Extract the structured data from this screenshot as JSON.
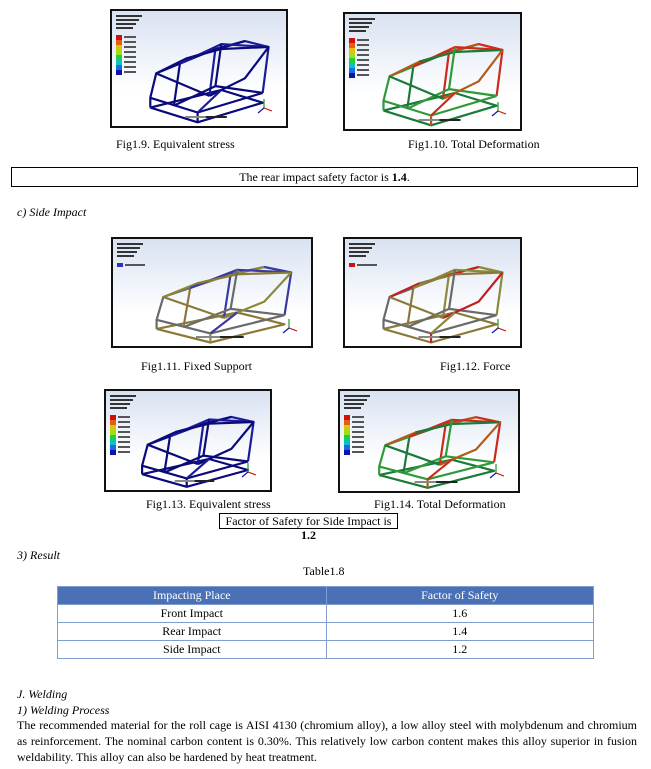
{
  "figures": [
    {
      "id": "fig1_9",
      "caption": "Fig1.9. Equivalent stress",
      "legend_title": "A: Static Structural\nEquivalent Stress",
      "scheme": "stress"
    },
    {
      "id": "fig1_10",
      "caption": "Fig1.10. Total Deformation",
      "legend_title": "A: Static Structural\nTotal Deformation",
      "scheme": "deform"
    },
    {
      "id": "fig1_11",
      "caption": "Fig1.11. Fixed Support",
      "legend_title": "A: Static Structural\nFixed Support",
      "scheme": "support"
    },
    {
      "id": "fig1_12",
      "caption": "Fig1.12.  Force",
      "legend_title": "A: Static Structural\nForce",
      "scheme": "force"
    },
    {
      "id": "fig1_13",
      "caption": "Fig1.13. Equivalent stress",
      "legend_title": "A: Static Structural\nEquivalent Stress",
      "scheme": "stress"
    },
    {
      "id": "fig1_14",
      "caption": "Fig1.14. Total Deformation",
      "legend_title": "A: Static Structural\nTotal Deformation",
      "scheme": "deform"
    }
  ],
  "rear_impact_note": {
    "prefix": "The rear impact safety factor is ",
    "value": "1.4",
    "suffix": "."
  },
  "side_impact_heading": "c)   Side Impact",
  "side_impact_note": {
    "prefix": "Factor of Safety for Side Impact is ",
    "value": "1.2"
  },
  "result_heading": "3)   Result",
  "table": {
    "caption": "Table1.8",
    "headers": [
      "Impacting Place",
      "Factor of Safety"
    ],
    "rows": [
      [
        "Front Impact",
        "1.6"
      ],
      [
        "Rear Impact",
        "1.4"
      ],
      [
        "Side Impact",
        "1.2"
      ]
    ]
  },
  "section_j": "J.    Welding",
  "subsection": "1)   Welding Process",
  "paragraph": "The recommended material for the roll cage is AISI 4130 (chromium alloy), a low alloy steel with molybdenum and chromium as reinforcement. The nominal carbon content is 0.30%. This relatively low carbon content makes this alloy superior in fusion weldability. This alloy can also be hardened by heat treatment.",
  "colors": {
    "frame_dark": "#10106a",
    "table_header": "#4a71b6",
    "grid_line": "#7f9dd1"
  }
}
